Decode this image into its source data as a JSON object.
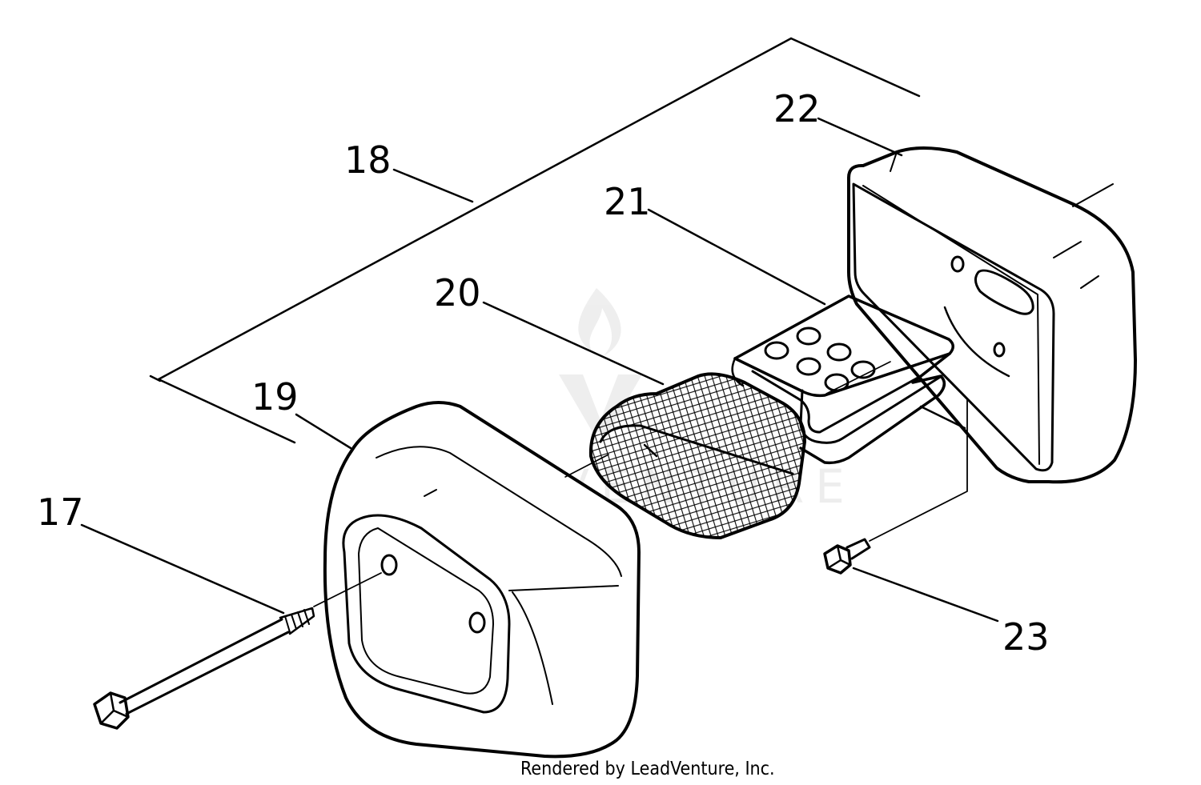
{
  "callouts": {
    "p17": "17",
    "p18": "18",
    "p19": "19",
    "p20": "20",
    "p21": "21",
    "p22": "22",
    "p23": "23"
  },
  "watermark": "LEADVENTURE",
  "footer": "Rendered by LeadVenture, Inc.",
  "colors": {
    "line": "#000000",
    "background": "#ffffff",
    "watermark": "#ececec"
  }
}
